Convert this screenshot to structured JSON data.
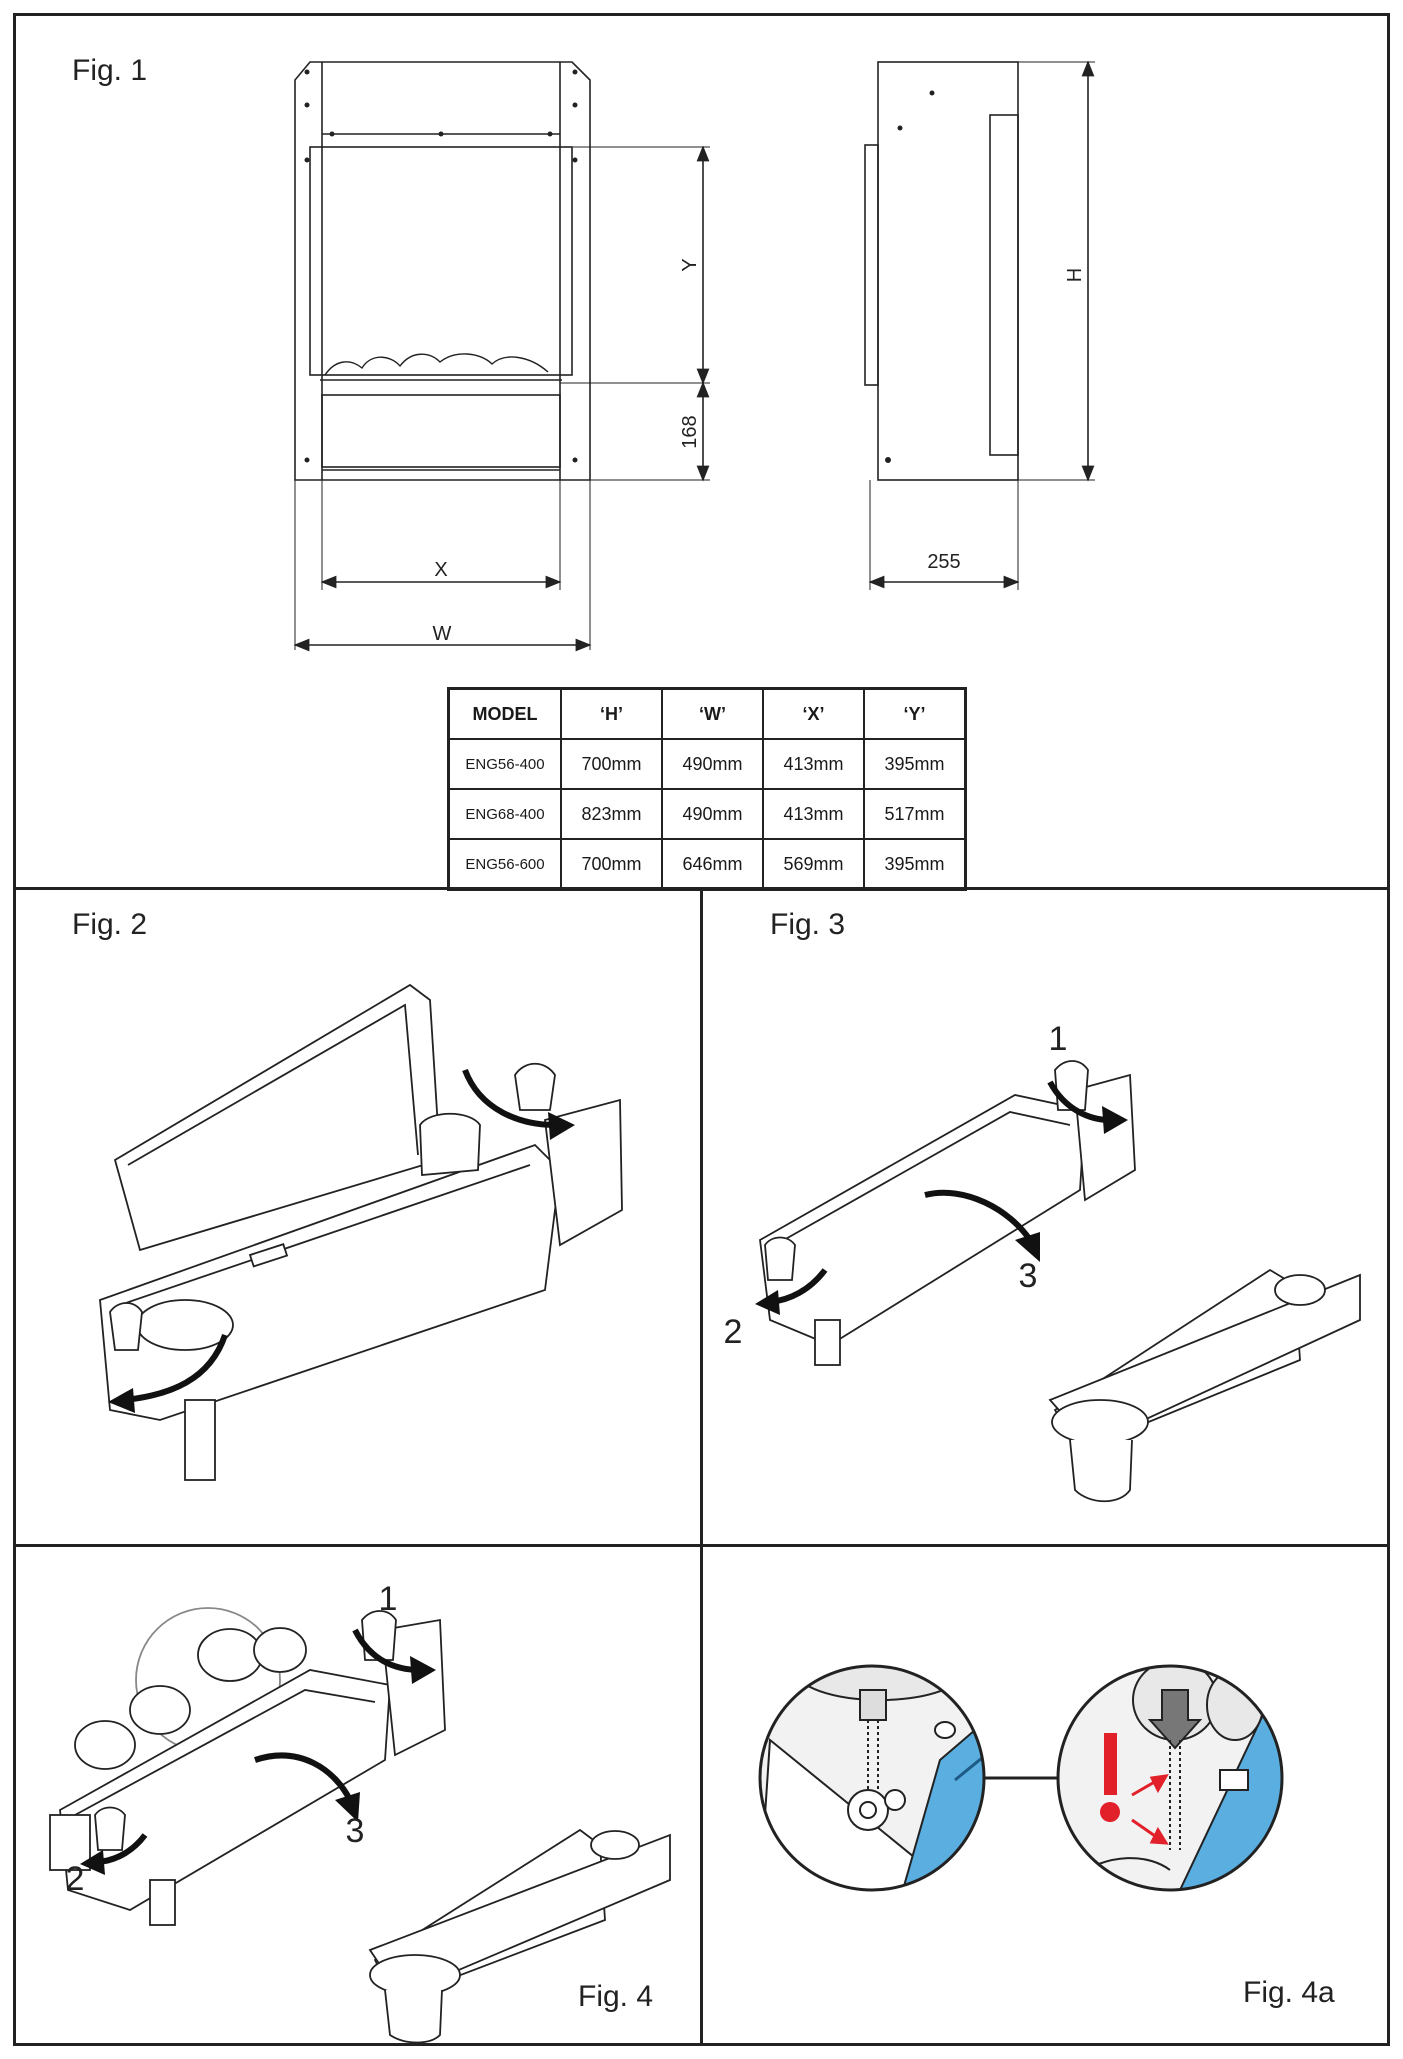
{
  "figures": {
    "fig1": "Fig. 1",
    "fig2": "Fig. 2",
    "fig3": "Fig. 3",
    "fig4": "Fig. 4",
    "fig4a": "Fig. 4a"
  },
  "dimensions": {
    "y": "Y",
    "h": "H",
    "x": "X",
    "w": "W",
    "base": "168",
    "depth": "255"
  },
  "steps": {
    "fig3": [
      "1",
      "2",
      "3"
    ],
    "fig4": [
      "1",
      "2",
      "3"
    ]
  },
  "warning_icon": "exclamation-icon",
  "colors": {
    "accent_blue": "#5aaee0",
    "warning_red": "#e2202a"
  },
  "spec_table": {
    "headers": [
      "MODEL",
      "‘H’",
      "‘W’",
      "‘X’",
      "‘Y’"
    ],
    "rows": [
      [
        "ENG56-400",
        "700mm",
        "490mm",
        "413mm",
        "395mm"
      ],
      [
        "ENG68-400",
        "823mm",
        "490mm",
        "413mm",
        "517mm"
      ],
      [
        "ENG56-600",
        "700mm",
        "646mm",
        "569mm",
        "395mm"
      ]
    ]
  }
}
